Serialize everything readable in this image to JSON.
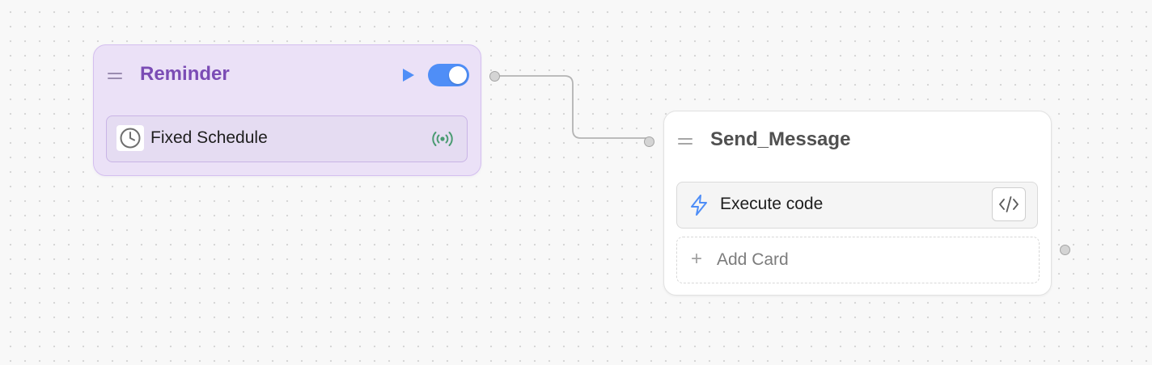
{
  "nodes": {
    "reminder": {
      "title": "Reminder",
      "enabled": true,
      "accent_color": "#7b4cb5",
      "toggle_color": "#4f8ef7",
      "card": {
        "label": "Fixed Schedule",
        "icon": "clock-icon",
        "status_icon": "broadcast-icon",
        "status_color": "#4a9b72"
      }
    },
    "send_message": {
      "title": "Send_Message",
      "card": {
        "label": "Execute code",
        "icon": "bolt-icon",
        "action_icon": "code-icon",
        "icon_color": "#4f8ef7"
      },
      "add_card": {
        "label": "Add Card",
        "icon": "plus-icon"
      }
    }
  },
  "edges": [
    {
      "from": "reminder",
      "to": "send_message"
    }
  ]
}
